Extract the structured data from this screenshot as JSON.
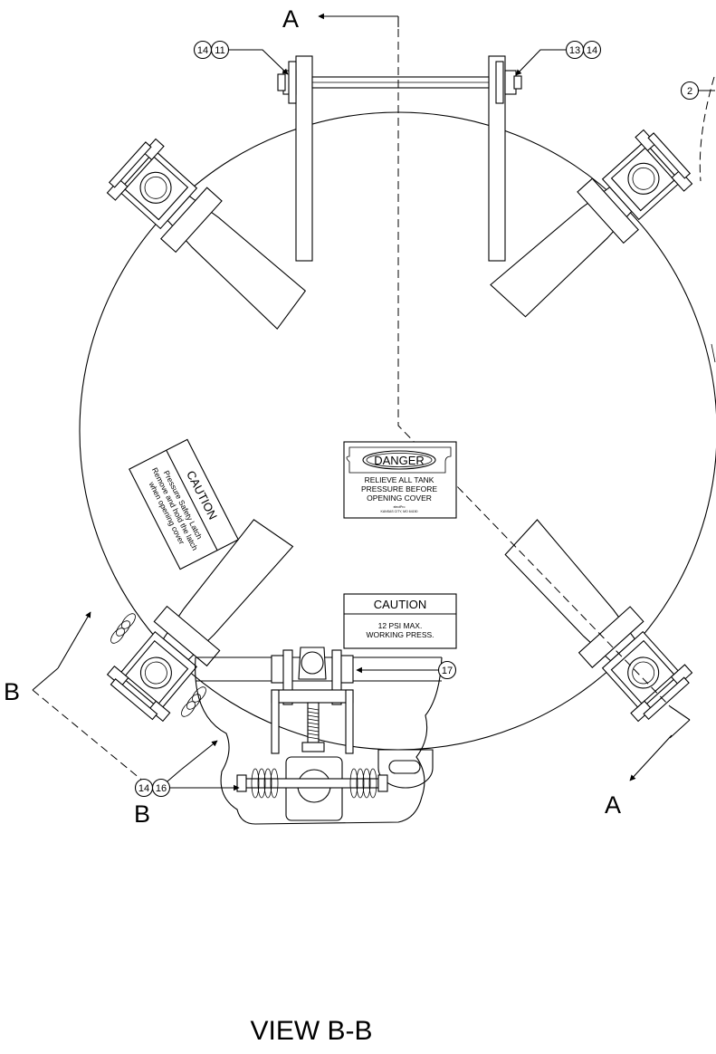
{
  "section_a": {
    "label": "A"
  },
  "section_b": {
    "label": "B"
  },
  "view_title": "VIEW B-B",
  "callouts": {
    "top_left": [
      "14",
      "11"
    ],
    "top_right": [
      "13",
      "14"
    ],
    "right_edge": "2",
    "view_right": "17",
    "view_left": [
      "14",
      "16"
    ]
  },
  "danger_plate": {
    "header": "DANGER",
    "line1": "RELIEVE ALL TANK",
    "line2": "PRESSURE BEFORE",
    "line3": "OPENING COVER",
    "fine1": "electPro",
    "fine2": "KANSAS CITY, MO 64150"
  },
  "caution_plate": {
    "header": "CAUTION",
    "line1": "12 PSI MAX.",
    "line2": "WORKING PRESS."
  },
  "latch_caution_plate": {
    "header": "CAUTION",
    "line1": "Pressure Safety Latch",
    "line2": "Remove and hold the latch",
    "line3": "when opening cover"
  }
}
